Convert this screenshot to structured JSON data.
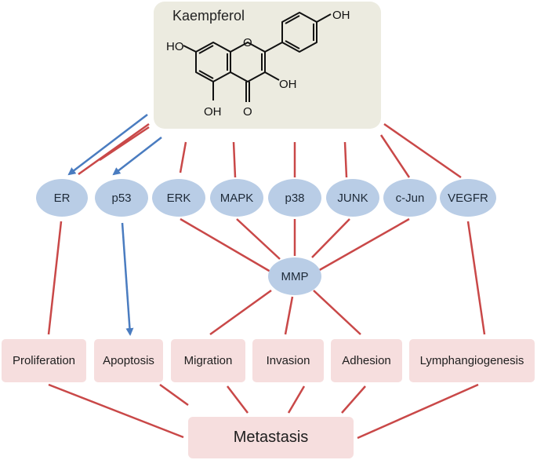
{
  "compound": {
    "name": "Kaempferol",
    "substituents": [
      "OH",
      "HO",
      "O",
      "OH",
      "OH",
      "O"
    ]
  },
  "targets": [
    "ER",
    "p53",
    "ERK",
    "MAPK",
    "p38",
    "JUNK",
    "c-Jun",
    "VEGFR"
  ],
  "hub": "MMP",
  "outcomes": [
    "Proliferation",
    "Apoptosis",
    "Migration",
    "Invasion",
    "Adhesion",
    "Lymphangiogenesis"
  ],
  "endpoint": "Metastasis",
  "colors": {
    "inhibit_line": "#c94848",
    "activate_arrow": "#4a7cc0",
    "target_fill": "#b9cde6",
    "outcome_fill": "#f6dede",
    "compound_fill": "#ecebe0"
  }
}
